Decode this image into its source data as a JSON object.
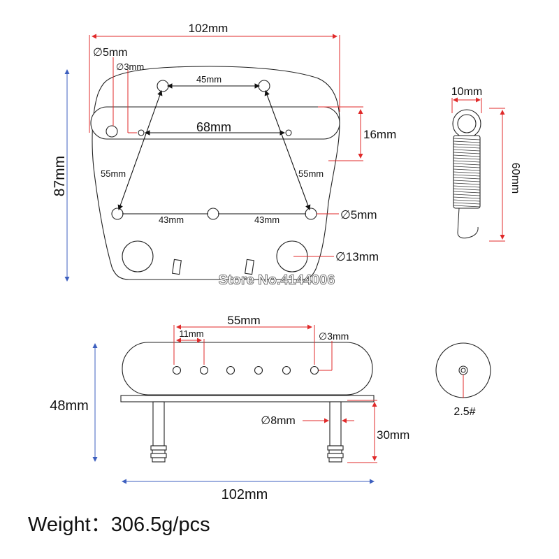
{
  "colors": {
    "red_dimension": "#e02a2a",
    "blue_dimension": "#3d5fbf",
    "outline": "#222222",
    "background": "#ffffff"
  },
  "baseplate": {
    "width": "102mm",
    "height": "87mm",
    "big_mount_hole": "∅5mm",
    "small_hole": "∅3mm",
    "top_hole_spacing": "45mm",
    "pickup_width": "68mm",
    "pickup_height": "16mm",
    "left_diagonal": "55mm",
    "right_diagonal": "55mm",
    "bottom_left_spacing": "43mm",
    "bottom_right_spacing": "43mm",
    "bottom_hole": "∅5mm",
    "large_hole": "∅13mm"
  },
  "watermark": "Store No.4144006",
  "spring": {
    "width": "10mm",
    "length": "60mm"
  },
  "pickup": {
    "pole_span": "55mm",
    "pole_spacing": "11mm",
    "pole_hole": "∅3mm",
    "total_height": "48mm",
    "leg_diameter": "∅8mm",
    "leg_height": "30mm",
    "width": "102mm"
  },
  "screw": {
    "size": "2.5#"
  },
  "weight": "Weight：306.5g/pcs"
}
